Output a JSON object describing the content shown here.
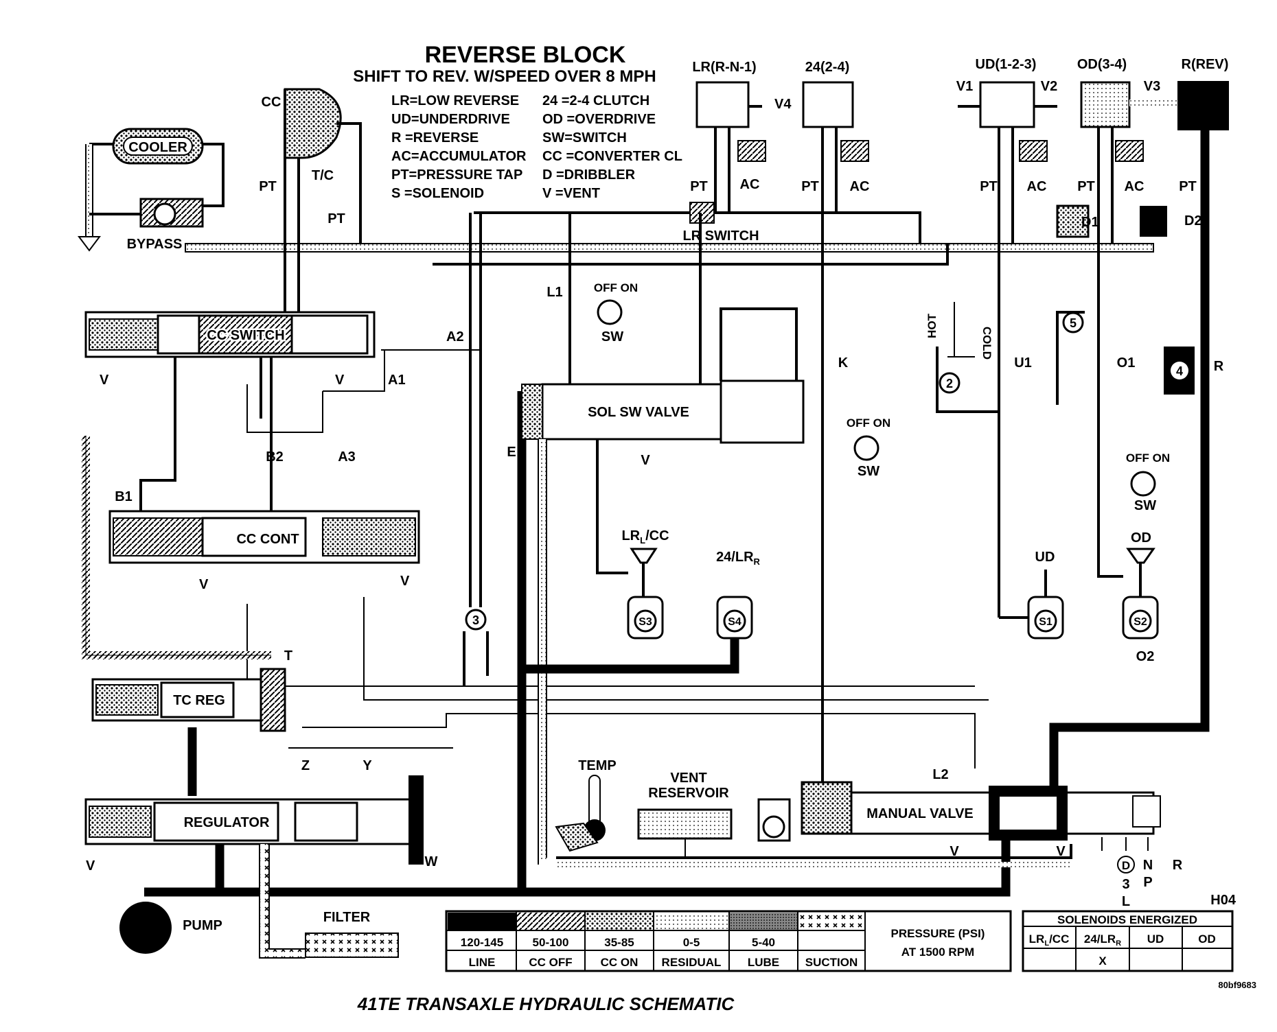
{
  "title": "REVERSE BLOCK",
  "subtitle": "SHIFT TO REV. W/SPEED OVER 8 MPH",
  "caption": "41TE TRANSAXLE HYDRAULIC SCHEMATIC",
  "figure_code": "H04",
  "figure_id": "80bf9683",
  "key": [
    [
      "LR=LOW REVERSE",
      "24 =2-4 CLUTCH"
    ],
    [
      "UD=UNDERDRIVE",
      "OD =OVERDRIVE"
    ],
    [
      "R  =REVERSE",
      "SW=SWITCH"
    ],
    [
      "AC=ACCUMULATOR",
      "CC =CONVERTER CL"
    ],
    [
      "PT=PRESSURE TAP",
      "D  =DRIBBLER"
    ],
    [
      "S  =SOLENOID",
      "V  =VENT"
    ]
  ],
  "clutches": {
    "lr": "LR(R-N-1)",
    "c24": "24(2-4)",
    "ud": "UD(1-2-3)",
    "od": "OD(3-4)",
    "rev": "R(REV)",
    "v1": "V1",
    "v2": "V2",
    "v3": "V3",
    "v4": "V4"
  },
  "components": {
    "cooler": "COOLER",
    "bypass": "BYPASS",
    "tc": "T/C",
    "cc": "CC",
    "cc_switch": "CC SWITCH",
    "cc_cont": "CC CONT",
    "tc_reg": "TC REG",
    "regulator": "REGULATOR",
    "pump": "PUMP",
    "filter": "FILTER",
    "sol_sw_valve": "SOL SW VALVE",
    "manual_valve": "MANUAL VALVE",
    "lr_switch": "LR SWITCH",
    "temp": "TEMP",
    "vent_reservoir_1": "VENT",
    "vent_reservoir_2": "RESERVOIR",
    "hot": "HOT",
    "cold": "COLD"
  },
  "labels": {
    "pt": "PT",
    "ac": "AC",
    "v": "V",
    "sw": "SW",
    "off_on": "OFF ON",
    "a1": "A1",
    "a2": "A2",
    "a3": "A3",
    "b1": "B1",
    "b2": "B2",
    "l1": "L1",
    "l2": "L2",
    "k": "K",
    "u1": "U1",
    "o1": "O1",
    "o2": "O2",
    "e": "E",
    "t": "T",
    "w": "W",
    "y": "Y",
    "z": "Z",
    "r": "R",
    "d1": "D1",
    "d2": "D2",
    "lrl_cc": "LR",
    "lrl_sub": "L",
    "lrl_tail": "/CC",
    "c24lr": "24/LR",
    "c24lr_sub": "R",
    "ud": "UD",
    "od": "OD",
    "s1": "S1",
    "s2": "S2",
    "s3": "S3",
    "s4": "S4",
    "n2": "2",
    "n3": "3",
    "n4": "4",
    "n5": "5"
  },
  "shift_positions": {
    "r": "R",
    "n": "N",
    "p": "P",
    "d": "D",
    "three": "3",
    "l": "L"
  },
  "legend": {
    "pressures": [
      "120-145",
      "50-100",
      "35-85",
      "0-5",
      "5-40",
      ""
    ],
    "names": [
      "LINE",
      "CC OFF",
      "CC ON",
      "RESIDUAL",
      "LUBE",
      "SUCTION"
    ],
    "pressure_label_1": "PRESSURE (PSI)",
    "pressure_label_2": "AT 1500 RPM"
  },
  "solenoid_table": {
    "title": "SOLENOIDS ENERGIZED",
    "headers": [
      "LR",
      "24/LR",
      "UD",
      "OD"
    ],
    "header_subs": [
      "L",
      "R"
    ],
    "header_tail": "/CC",
    "row": [
      "",
      "X",
      "",
      ""
    ]
  }
}
